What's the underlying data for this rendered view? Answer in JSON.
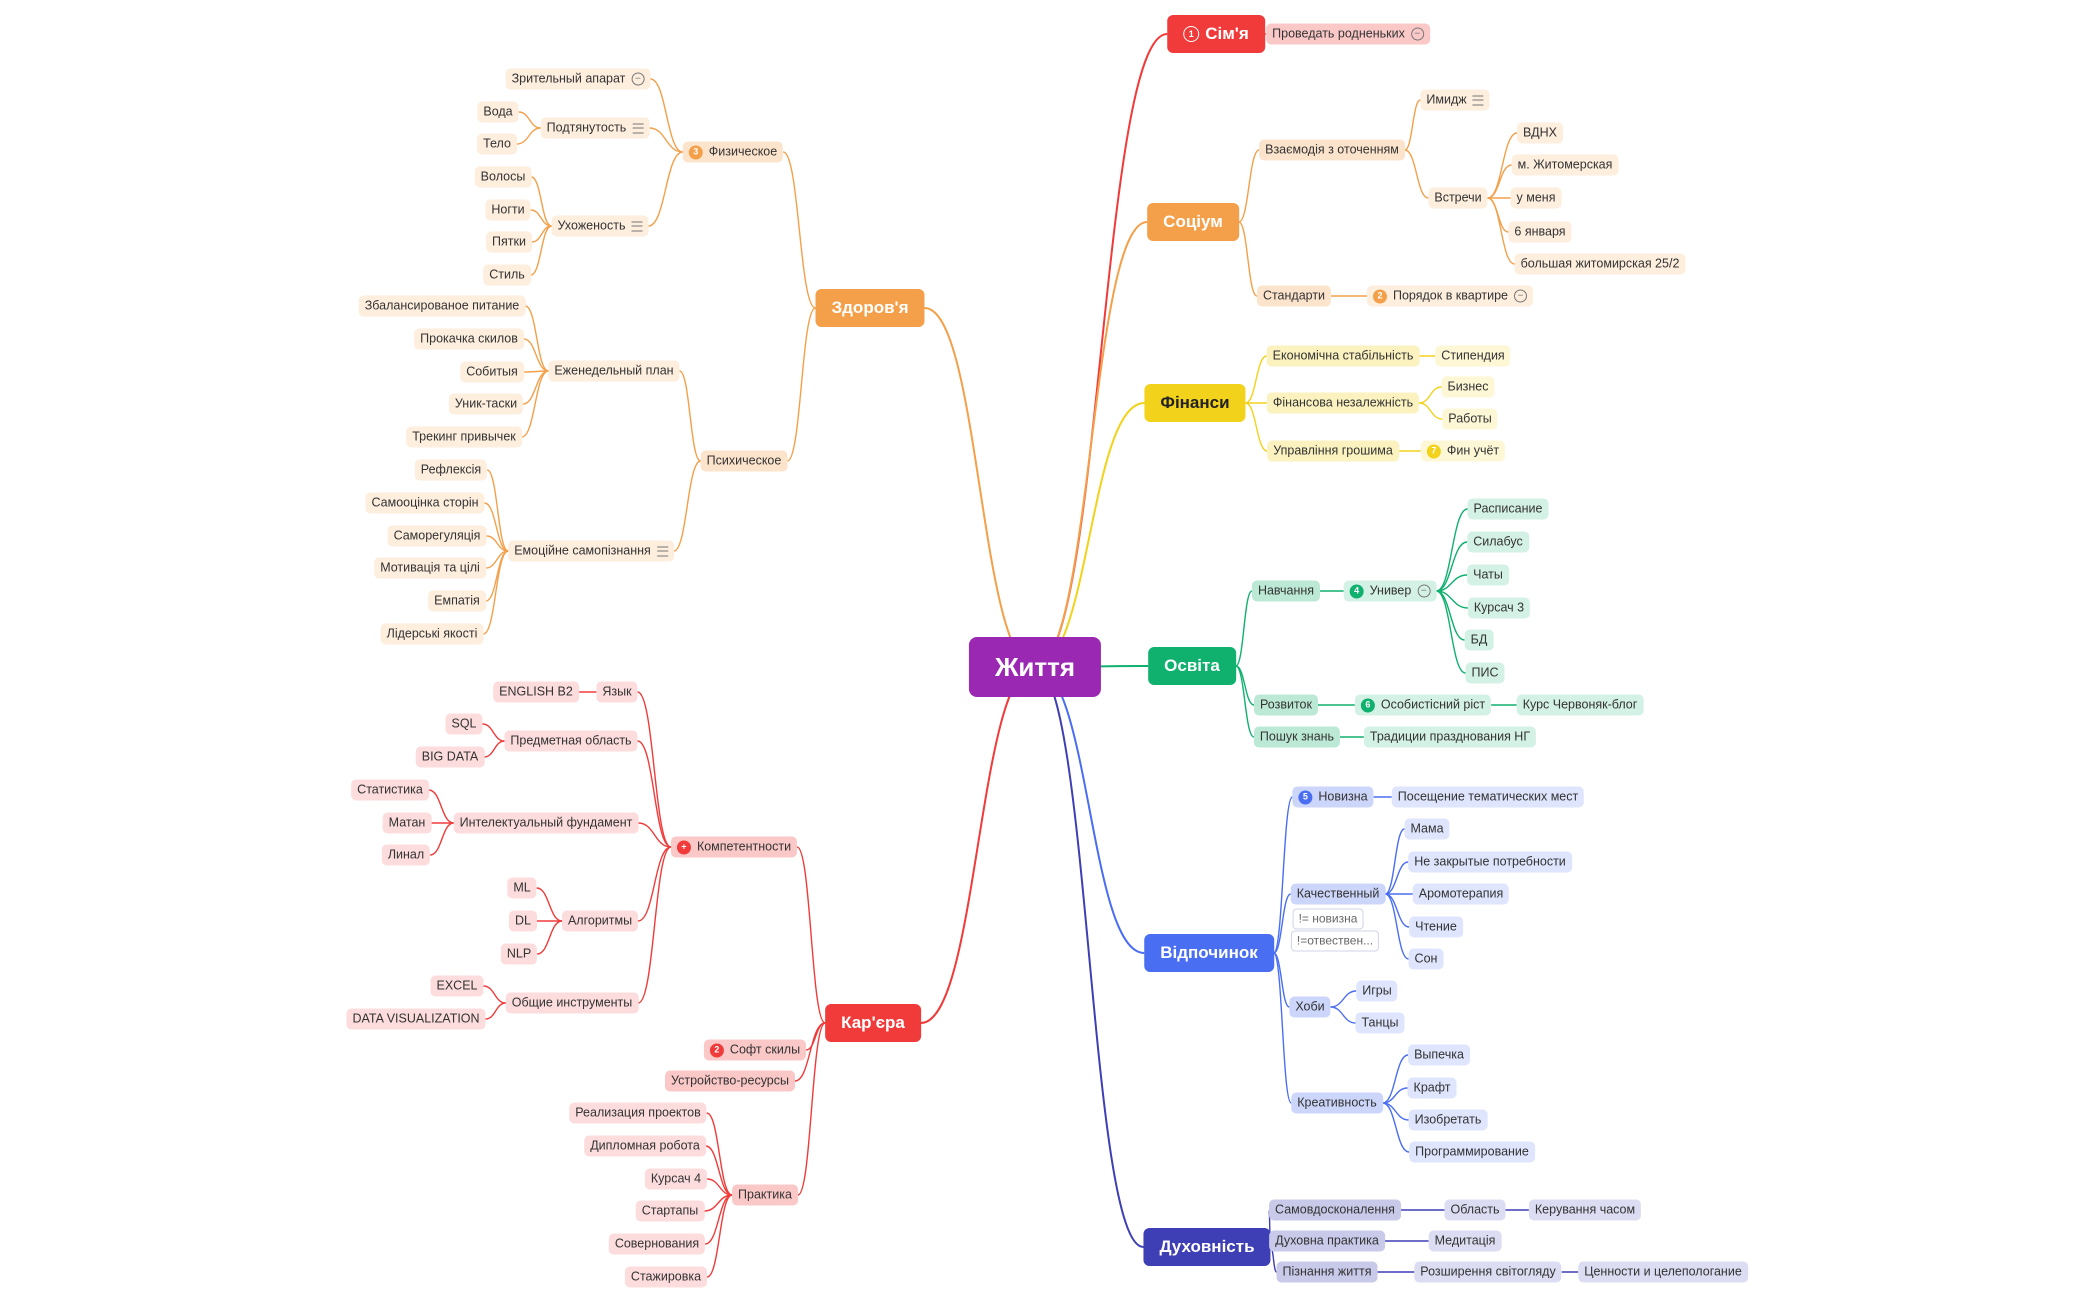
{
  "root": {
    "id": "root",
    "label": "Життя"
  },
  "branches": [
    {
      "id": "b1",
      "label": "Сім'я",
      "color": "#f03b3a",
      "badge": "1",
      "children": [
        {
          "label": "Проведать родненьких",
          "collapse": true
        }
      ]
    },
    {
      "id": "b2",
      "label": "Соціум",
      "color": "#f4a04a",
      "children": [
        {
          "label": "Взаємодія з оточенням",
          "children": [
            {
              "label": "Имидж",
              "note": true
            },
            {
              "label": "Встречи",
              "children": [
                {
                  "label": "ВДНХ"
                },
                {
                  "label": "м. Житомерская"
                },
                {
                  "label": "у меня"
                },
                {
                  "label": "6 января"
                },
                {
                  "label": "большая житомирская 25/2"
                }
              ]
            }
          ]
        },
        {
          "label": "Стандарти",
          "children": [
            {
              "label": "Порядок в квартире",
              "badge": "2",
              "collapse": true
            }
          ]
        }
      ]
    },
    {
      "id": "b3",
      "label": "Фінанси",
      "color": "#f2d21b",
      "children": [
        {
          "label": "Економічна стабільність",
          "children": [
            {
              "label": "Стипендия"
            }
          ]
        },
        {
          "label": "Фінансова незалежність",
          "children": [
            {
              "label": "Бизнес"
            },
            {
              "label": "Работы"
            }
          ]
        },
        {
          "label": "Управління грошима",
          "children": [
            {
              "label": "Фин учёт",
              "badge": "7"
            }
          ]
        }
      ]
    },
    {
      "id": "b4",
      "label": "Освіта",
      "color": "#10b06e",
      "children": [
        {
          "label": "Навчання",
          "children": [
            {
              "label": "Универ",
              "badge": "4",
              "collapse": true,
              "children": [
                {
                  "label": "Расписание"
                },
                {
                  "label": "Силабус"
                },
                {
                  "label": "Чаты"
                },
                {
                  "label": "Курсач 3"
                },
                {
                  "label": "БД"
                },
                {
                  "label": "ПИС"
                }
              ]
            }
          ]
        },
        {
          "label": "Розвиток",
          "children": [
            {
              "label": "Особистісний ріст",
              "badge": "6",
              "children": [
                {
                  "label": "Курс Червоняк-блог"
                }
              ]
            }
          ]
        },
        {
          "label": "Пошук знань",
          "children": [
            {
              "label": "Традиции празднования НГ"
            }
          ]
        }
      ]
    },
    {
      "id": "b5",
      "label": "Відпочинок",
      "color": "#4a6ef2",
      "children": [
        {
          "label": "Новизна",
          "badge": "5",
          "children": [
            {
              "label": "Посещение тематических мест"
            }
          ]
        },
        {
          "label": "Качественный",
          "tags": [
            "!= новизна",
            "!=отвествен..."
          ],
          "children": [
            {
              "label": "Мама"
            },
            {
              "label": "Не закрытые потребности"
            },
            {
              "label": "Аромотерапия"
            },
            {
              "label": "Чтение"
            },
            {
              "label": "Сон"
            }
          ]
        },
        {
          "label": "Хоби",
          "children": [
            {
              "label": "Игры"
            },
            {
              "label": "Танцы"
            }
          ]
        },
        {
          "label": "Креативность",
          "children": [
            {
              "label": "Выпечка"
            },
            {
              "label": "Крафт"
            },
            {
              "label": "Изобретать"
            },
            {
              "label": "Программирование"
            }
          ]
        }
      ]
    },
    {
      "id": "b6",
      "label": "Духовність",
      "color": "#3f3fb5",
      "children": [
        {
          "label": "Самовдосконалення",
          "children": [
            {
              "label": "Область",
              "children": [
                {
                  "label": "Керування часом"
                }
              ]
            }
          ]
        },
        {
          "label": "Духовна практика",
          "children": [
            {
              "label": "Медитація"
            }
          ]
        },
        {
          "label": "Пізнання життя",
          "children": [
            {
              "label": "Розширення світогляду",
              "children": [
                {
                  "label": "Ценности и целепологание"
                }
              ]
            }
          ]
        }
      ]
    },
    {
      "id": "b7",
      "label": "Здоров'я",
      "color": "#f4a04a",
      "children": [
        {
          "label": "Физическое",
          "badge": "3",
          "children": [
            {
              "label": "Зрительный апарат",
              "collapse": true
            },
            {
              "label": "Подтянутость",
              "note": true,
              "children": [
                {
                  "label": "Вода"
                },
                {
                  "label": "Тело"
                }
              ]
            },
            {
              "label": "Ухоженость",
              "note": true,
              "children": [
                {
                  "label": "Волосы"
                },
                {
                  "label": "Ногти"
                },
                {
                  "label": "Пятки"
                },
                {
                  "label": "Стиль"
                }
              ]
            }
          ]
        },
        {
          "label": "Психическое",
          "children": [
            {
              "label": "Еженедельный план",
              "children": [
                {
                  "label": "Збалансированое питание"
                },
                {
                  "label": "Прокачка скилов"
                },
                {
                  "label": "Собитыя"
                },
                {
                  "label": "Уник-таски"
                },
                {
                  "label": "Трекинг привычек"
                }
              ]
            },
            {
              "label": "Емоційне самопізнання",
              "note": true,
              "children": [
                {
                  "label": "Рефлексія"
                },
                {
                  "label": "Самооцінка сторін"
                },
                {
                  "label": "Саморегуляція"
                },
                {
                  "label": "Мотивація та цілі"
                },
                {
                  "label": "Емпатія"
                },
                {
                  "label": "Лідерські якості"
                }
              ]
            }
          ]
        }
      ]
    },
    {
      "id": "b8",
      "label": "Кар'єра",
      "color": "#f03b3a",
      "children": [
        {
          "label": "Компетентности",
          "badge": "+",
          "children": [
            {
              "label": "Язык",
              "children": [
                {
                  "label": "ENGLISH B2"
                }
              ]
            },
            {
              "label": "Предметная область",
              "children": [
                {
                  "label": "SQL"
                },
                {
                  "label": "BIG DATA"
                }
              ]
            },
            {
              "label": "Интелектуальный фундамент",
              "children": [
                {
                  "label": "Статистика"
                },
                {
                  "label": "Матан"
                },
                {
                  "label": "Линал"
                }
              ]
            },
            {
              "label": "Алгоритмы",
              "children": [
                {
                  "label": "ML"
                },
                {
                  "label": "DL"
                },
                {
                  "label": "NLP"
                }
              ]
            },
            {
              "label": "Общие инструменты",
              "children": [
                {
                  "label": "EXCEL"
                },
                {
                  "label": "DATA VISUALIZATION"
                }
              ]
            }
          ]
        },
        {
          "label": "Софт скилы",
          "badge": "2"
        },
        {
          "label": "Устройство-ресурсы"
        },
        {
          "label": "Практика",
          "children": [
            {
              "label": "Реализация проектов"
            },
            {
              "label": "Дипломная робота"
            },
            {
              "label": "Курсач 4"
            },
            {
              "label": "Стартапы"
            },
            {
              "label": "Совернования"
            },
            {
              "label": "Стажировка"
            }
          ]
        }
      ]
    }
  ]
}
